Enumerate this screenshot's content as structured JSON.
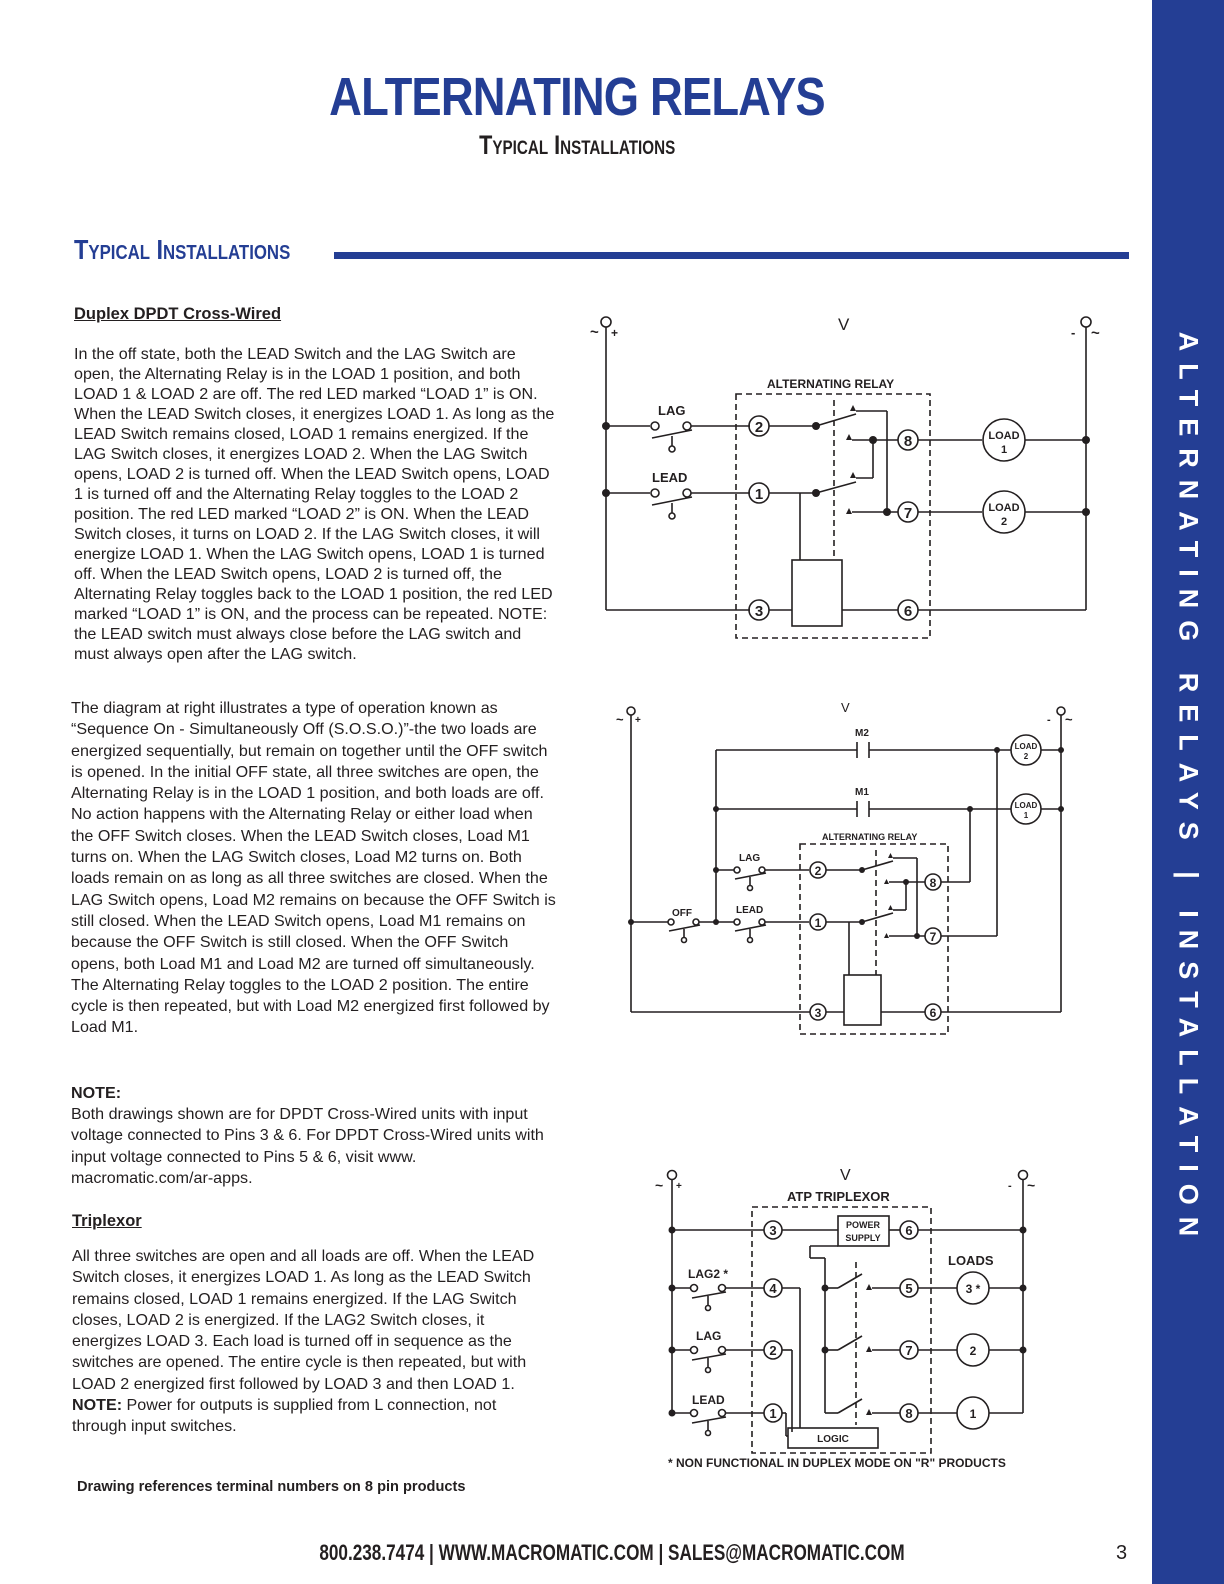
{
  "header": {
    "title": "ALTERNATING RELAYS",
    "subtitle": "Typical Installations"
  },
  "sidebar": {
    "text": "ALTERNATING RELAYS | INSTALLATION"
  },
  "section": {
    "title": "Typical Installations"
  },
  "duplex": {
    "heading": "Duplex DPDT Cross-Wired",
    "paragraph": "In the off state, both the LEAD Switch and the LAG Switch are open, the Alternating Relay is in the LOAD 1 position, and both LOAD 1 & LOAD 2 are off. The red LED marked “LOAD 1” is ON. When the LEAD Switch closes, it energizes LOAD 1. As long as the LEAD Switch remains closed, LOAD 1 remains energized. If the LAG Switch closes, it energizes LOAD 2. When the LAG Switch opens, LOAD 2 is turned off. When the LEAD Switch opens, LOAD 1 is turned off and the Alternating Relay toggles to the LOAD 2 position. The red LED marked “LOAD 2” is ON. When the LEAD Switch closes, it turns on LOAD 2. If the LAG Switch closes, it will energize LOAD 1. When the LAG Switch opens, LOAD 1 is turned off. When the LEAD Switch opens, LOAD 2 is turned off, the Alternating Relay toggles back to the LOAD 1 position, the red LED marked “LOAD 1” is ON, and the process can be repeated. NOTE: the LEAD switch must always close before the LAG switch and must always open after the LAG switch."
  },
  "soso": {
    "paragraph": "The diagram at right illustrates a type of operation known as “Sequence On - Simultaneously Off (S.O.S.O.)”-the two loads are energized sequentially, but remain on together until the OFF switch is opened.  In the initial OFF state, all three switches are open, the Alternating Relay is in the LOAD 1 position, and both loads are off.  No action happens with the Alternating Relay or either load when the OFF Switch closes. When the LEAD Switch closes, Load M1 turns on.  When the LAG Switch closes, Load M2 turns on.  Both loads remain on as long as all three switches are closed.  When the LAG Switch opens, Load M2 remains on because the OFF Switch is still closed.  When the LEAD Switch opens, Load M1 remains on because the OFF Switch is still closed.  When the OFF Switch opens, both Load M1 and Load M2 are turned off simultaneously.  The Alternating Relay toggles to the LOAD 2 position.  The entire cycle is then repeated, but with Load M2 energized first followed by Load M1."
  },
  "note": {
    "label": "NOTE:",
    "text": "Both drawings shown are for DPDT Cross-Wired units with input voltage connected to Pins 3 & 6. For DPDT Cross-Wired units with input voltage connected to Pins 5 & 6, visit www. macromatic.com/ar-apps."
  },
  "triplexor": {
    "heading": "Triplexor ",
    "paragraph": "All three switches are open and all loads are off.  When the LEAD Switch closes, it energizes LOAD 1.  As long as the LEAD Switch remains closed, LOAD 1 remains energized.  If the LAG Switch closes, LOAD 2 is energized.  If the LAG2 Switch closes, it energizes LOAD 3.  Each load is turned off in sequence as the switches are opened.  The entire cycle is then repeated, but with LOAD 2 energized first followed by LOAD 3 and then LOAD 1.",
    "note_label": "NOTE:",
    "note_text": " Power for outputs is supplied from L connection, not through input switches."
  },
  "footnote": "Drawing references terminal numbers on 8 pin products",
  "footer": {
    "contact": "800.238.7474 | WWW.MACROMATIC.COM | SALES@MACROMATIC.COM",
    "page_number": "3"
  },
  "diagram1": {
    "v": "V",
    "tilde": "~",
    "plus": "+",
    "minus": "-",
    "box_label": "ALTERNATING RELAY",
    "lag": "LAG",
    "lead": "LEAD",
    "t2": "2",
    "t1": "1",
    "t3": "3",
    "t6": "6",
    "t7": "7",
    "t8": "8",
    "load_word": "LOAD",
    "load1_num": "1",
    "load2_num": "2"
  },
  "diagram2": {
    "v": "V",
    "tilde": "~",
    "plus": "+",
    "minus": "-",
    "m2": "M2",
    "m1": "M1",
    "box_label": "ALTERNATING RELAY",
    "lag": "LAG",
    "lead": "LEAD",
    "off": "OFF",
    "t2": "2",
    "t1": "1",
    "t3": "3",
    "t6": "6",
    "t7": "7",
    "t8": "8",
    "load_word": "LOAD",
    "load1_num": "1",
    "load2_num": "2"
  },
  "diagram3": {
    "v": "V",
    "tilde": "~",
    "plus": "+",
    "minus": "-",
    "box_label": "ATP TRIPLEXOR",
    "power_line1": "POWER",
    "power_line2": "SUPPLY",
    "loads": "LOADS",
    "lag2": "LAG2 *",
    "lag": "LAG",
    "lead": "LEAD",
    "logic": "LOGIC",
    "load3": "3 *",
    "load2": "2",
    "load1": "1",
    "t3": "3",
    "t4": "4",
    "t2": "2",
    "t1": "1",
    "t6": "6",
    "t5": "5",
    "t7": "7",
    "t8": "8",
    "footnote": "* NON FUNCTIONAL IN DUPLEX MODE ON \"R\" PRODUCTS"
  }
}
